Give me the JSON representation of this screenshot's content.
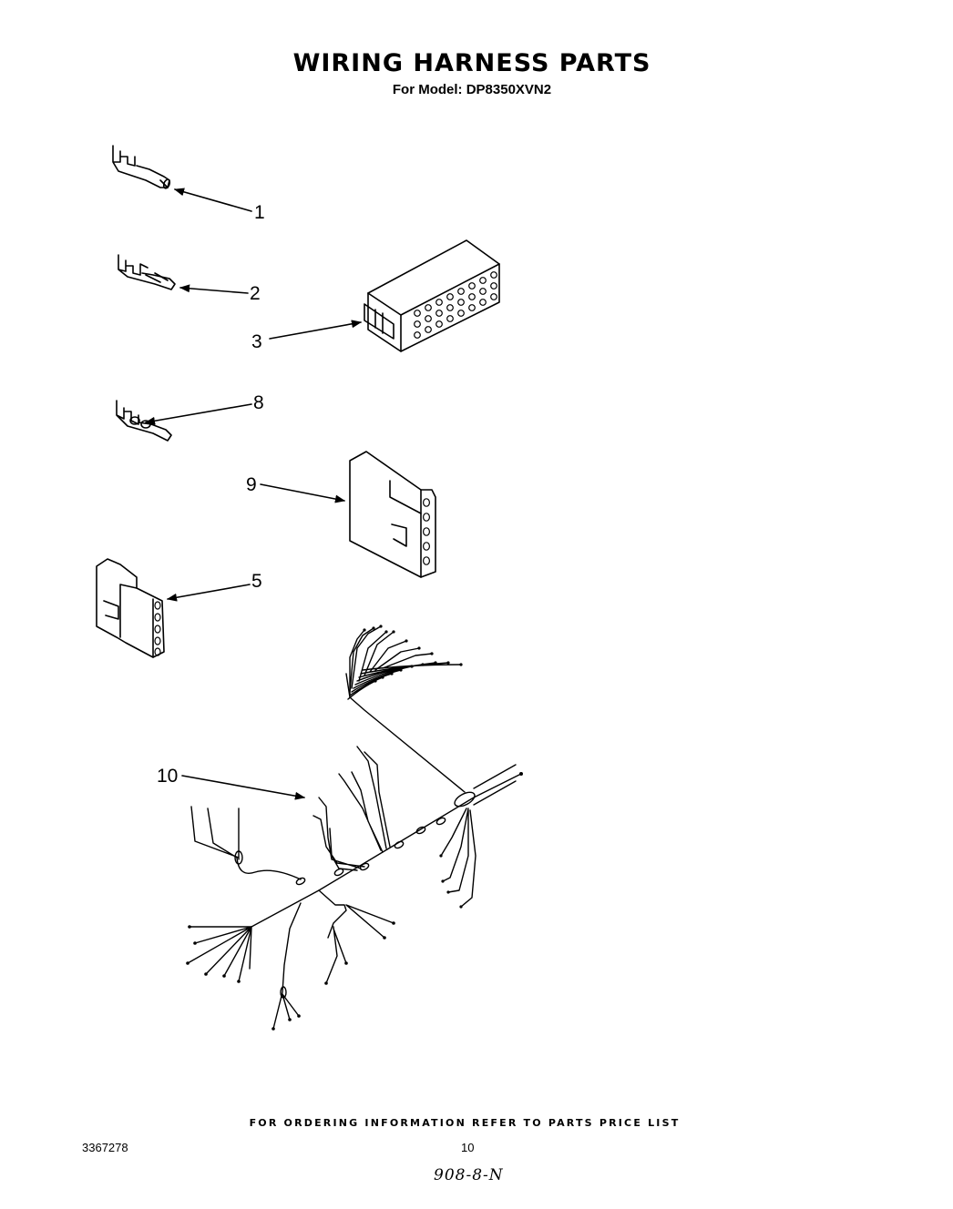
{
  "title": "WIRING HARNESS PARTS",
  "subtitle": "For Model: DP8350XVN2",
  "callouts": [
    "1",
    "2",
    "3",
    "8",
    "9",
    "5",
    "10"
  ],
  "footer_note": "FOR ORDERING INFORMATION REFER TO PARTS PRICE LIST",
  "doc_number": "3367278",
  "page_number": "10",
  "handwritten_note": "908-8-N"
}
